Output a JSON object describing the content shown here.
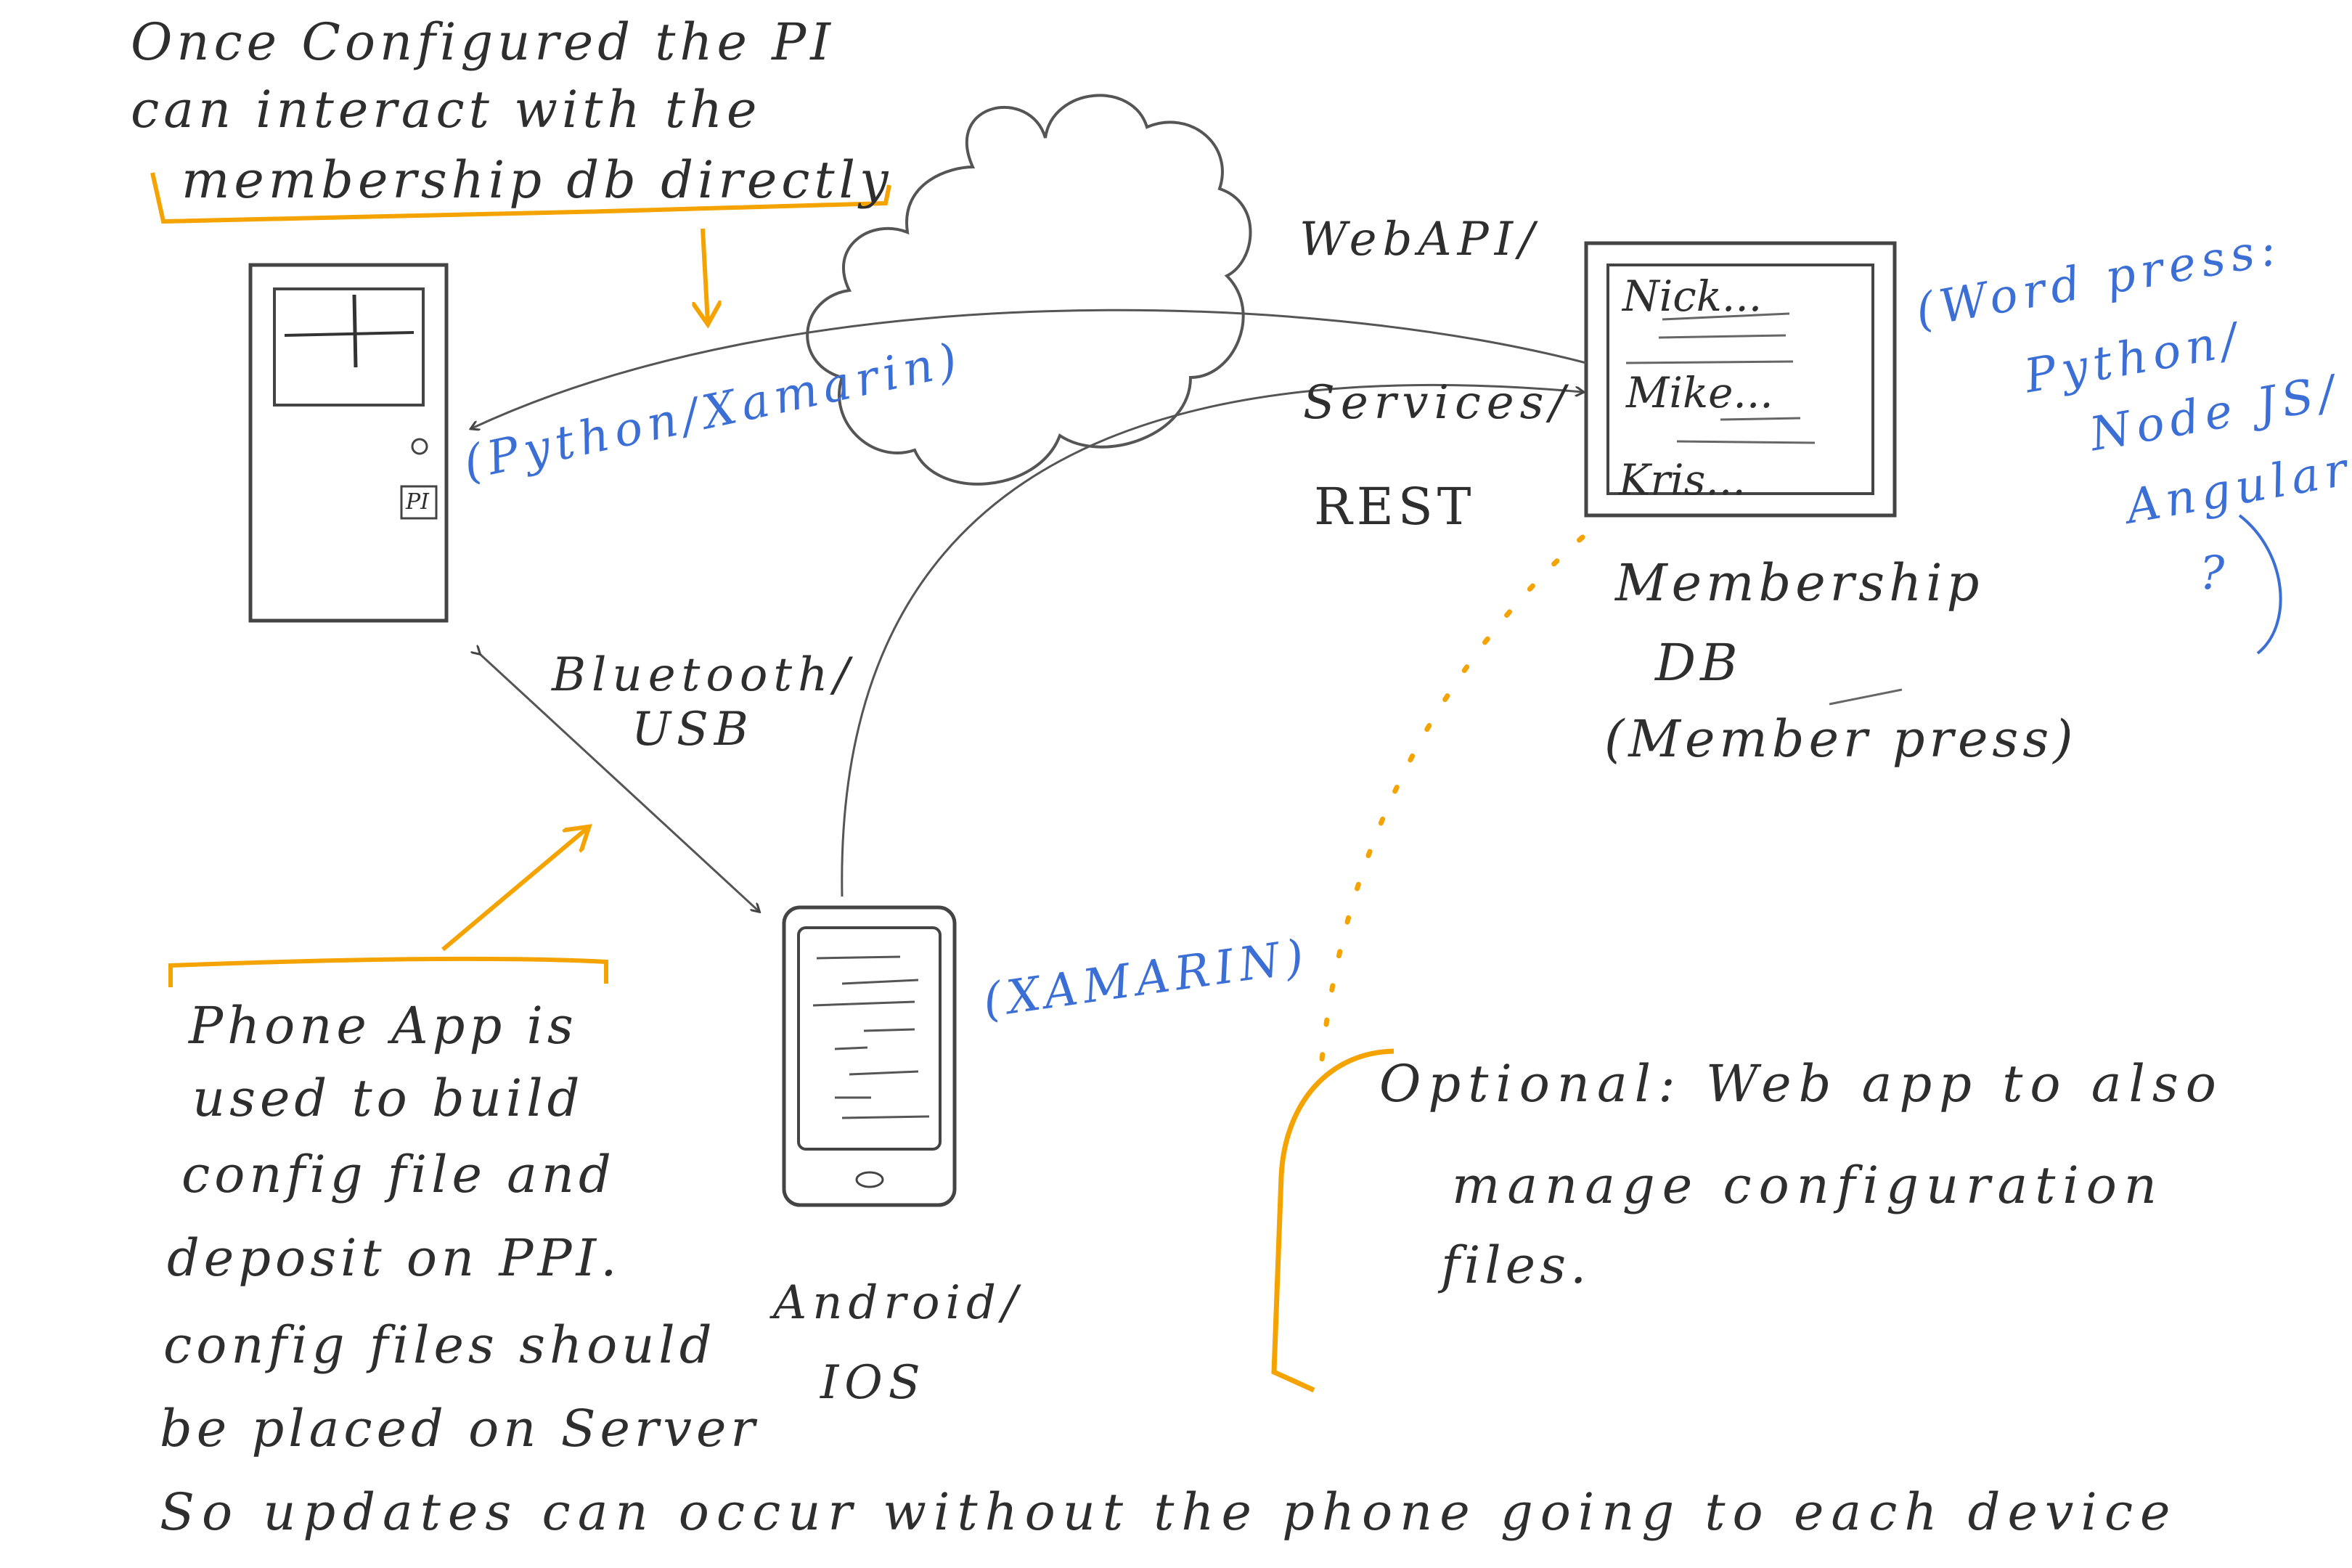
{
  "colors": {
    "ink": "#2e2e2e",
    "pencil": "#555555",
    "highlight": "#f4a300",
    "note": "#3c6fd6"
  },
  "notes": {
    "top_left": [
      "Once Configured the PI",
      "can interact with the",
      "membership db directly"
    ],
    "bottom_left": [
      "Phone App is",
      "used to build",
      "config file and",
      "deposit on PPI.",
      "config files should",
      "be placed on Server"
    ],
    "bottom_line": "So updates can occur without the phone going to each device",
    "optional": [
      "Optional: Web app to also",
      "manage configuration",
      "files."
    ]
  },
  "pi_device": {
    "label_tag": "PI",
    "tech": "(Python/Xamarin)"
  },
  "membership_db": {
    "entries": [
      "Nick...",
      "Mike...",
      "Kris..."
    ],
    "caption": [
      "Membership",
      "DB",
      "(Member press)"
    ],
    "tech": [
      "(Word press:",
      "Python/",
      "Node JS/",
      "Angular/",
      "?"
    ]
  },
  "phone": {
    "caption": [
      "Android/",
      "IOS"
    ],
    "tech": "(XAMARIN)"
  },
  "links": {
    "api_top": "WebAPI/",
    "api_mid": "Services/",
    "api_bottom": "REST",
    "bluetooth_line1": "Bluetooth/",
    "bluetooth_line2": "USB"
  }
}
